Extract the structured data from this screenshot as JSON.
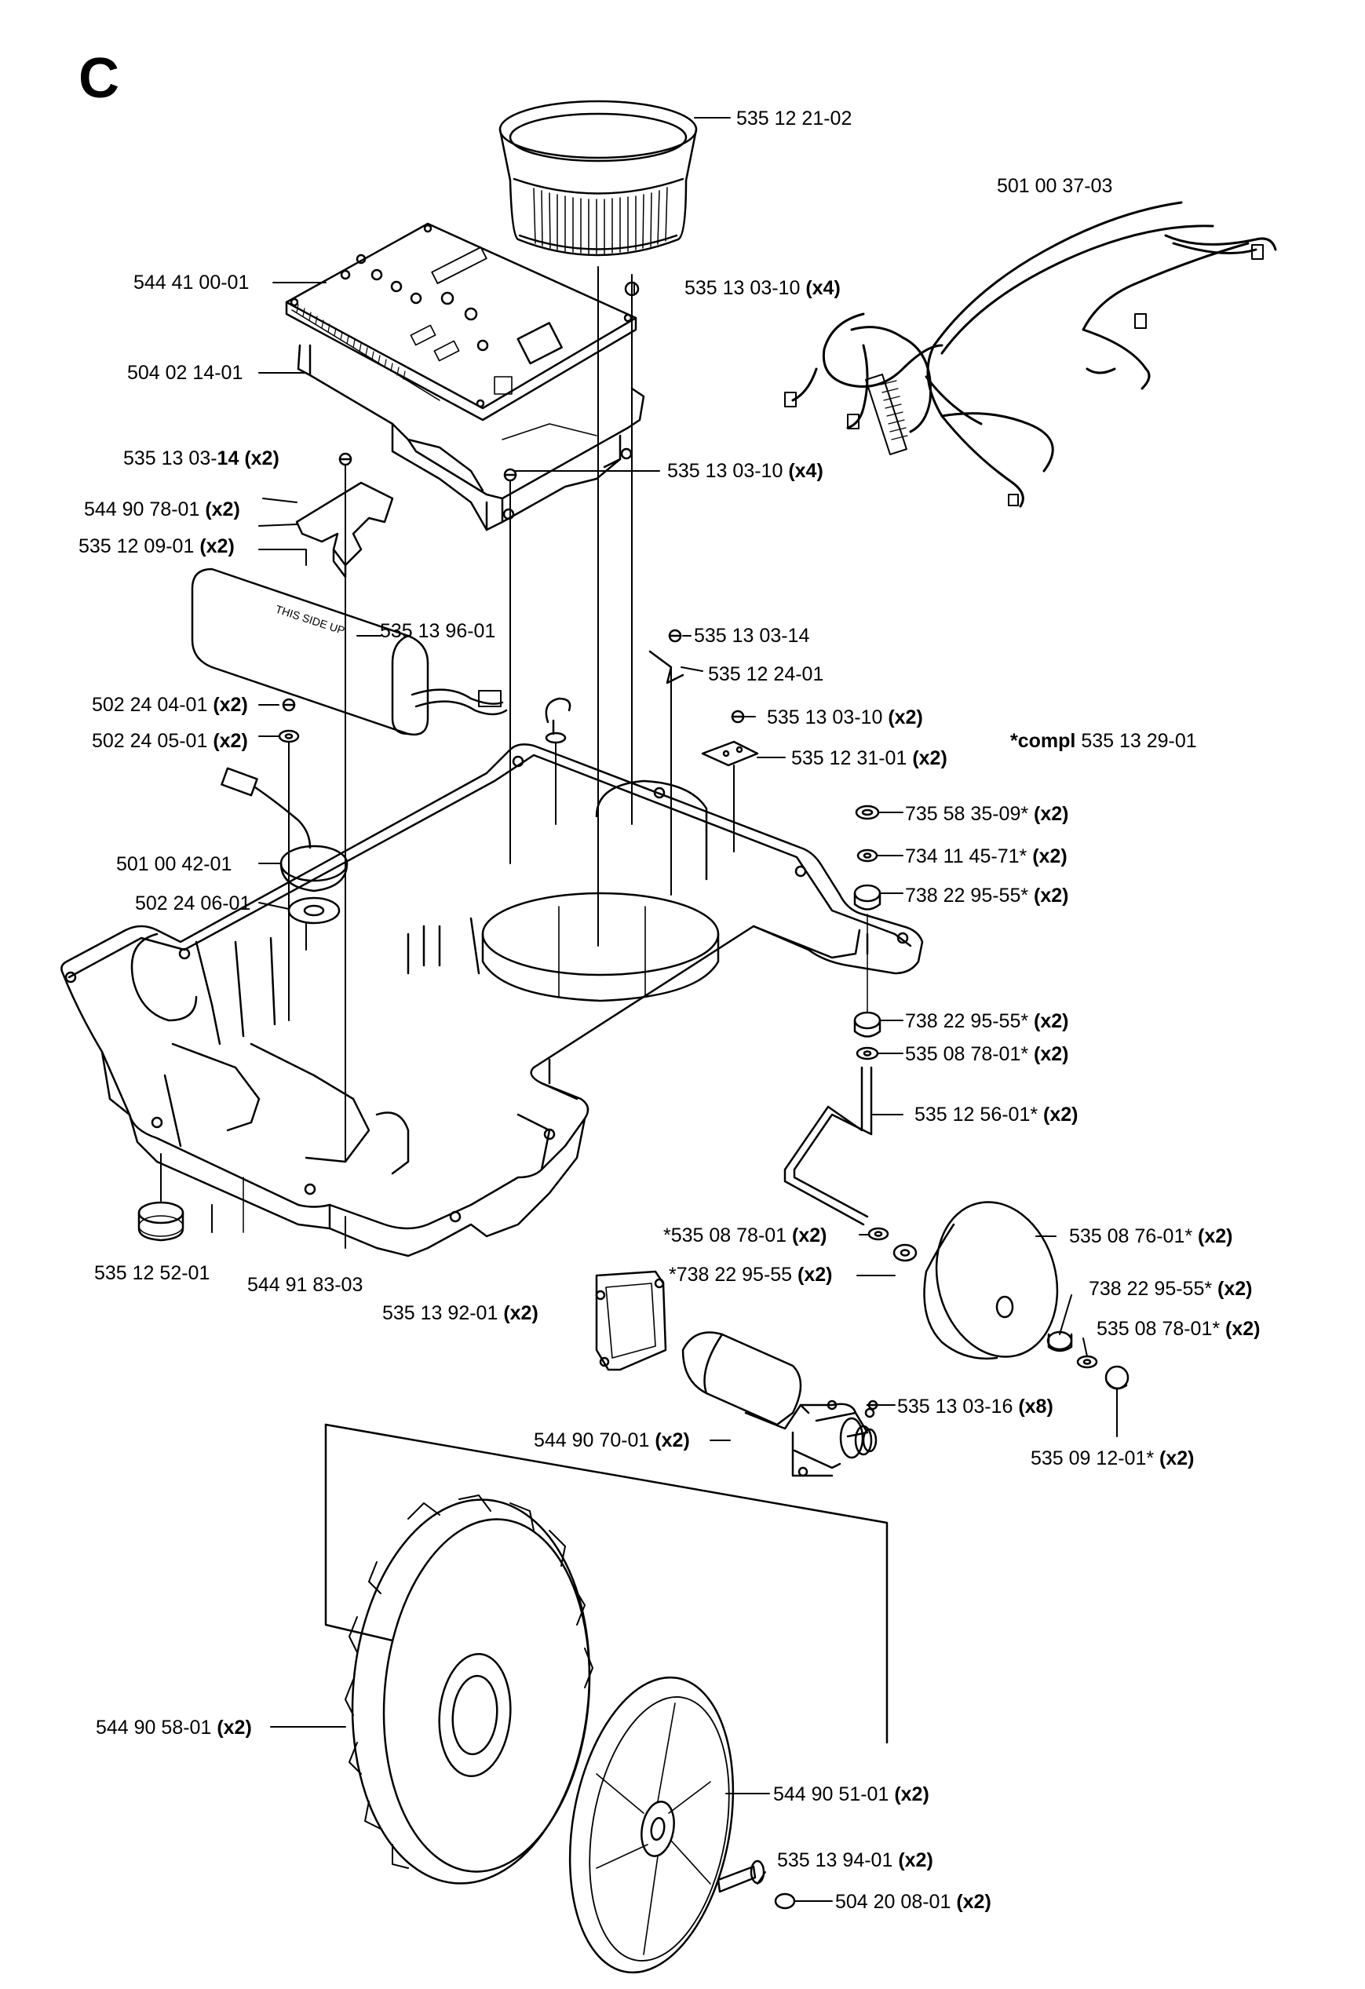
{
  "section_letter": "C",
  "kit_note": {
    "prefix": "*compl",
    "number": "535 13 29-01"
  },
  "labels": {
    "l01": {
      "num": "535 12 21-02",
      "qty": ""
    },
    "l02": {
      "num": "501 00 37-03",
      "qty": ""
    },
    "l03": {
      "num": "544 41 00-01",
      "qty": ""
    },
    "l04": {
      "num": "535 13 03-10",
      "qty": "(x4)"
    },
    "l05": {
      "num": "504 02 14-01",
      "qty": ""
    },
    "l06": {
      "num": "535 13 03-",
      "numbold": "14",
      "qty": "(x2)"
    },
    "l07": {
      "num": "535 13 03-10",
      "qty": "(x4)"
    },
    "l08": {
      "num": "544 90 78-01",
      "qty": "(x2)"
    },
    "l09": {
      "num": "535 12 09-01",
      "qty": "(x2)"
    },
    "l10": {
      "num": "535 13 96-01",
      "qty": ""
    },
    "l11": {
      "num": "535 13 03-14",
      "qty": ""
    },
    "l12": {
      "num": "535 12 24-01",
      "qty": ""
    },
    "l13": {
      "num": "502 24 04-01",
      "qty": "(x2)"
    },
    "l14": {
      "num": "535 13 03-10",
      "qty": "(x2)"
    },
    "l15": {
      "num": "502 24 05-01",
      "qty": "(x2)"
    },
    "l16": {
      "num": "535 12 31-01",
      "qty": "(x2)"
    },
    "l17": {
      "num": "735 58 35-09*",
      "qty": "(x2)"
    },
    "l18": {
      "num": "734 11 45-71*",
      "qty": "(x2)"
    },
    "l19": {
      "num": "501 00 42-01",
      "qty": ""
    },
    "l20": {
      "num": "738 22 95-55*",
      "qty": "(x2)"
    },
    "l21": {
      "num": "502 24 06-01",
      "qty": ""
    },
    "l22": {
      "num": "738 22 95-55*",
      "qty": "(x2)"
    },
    "l23": {
      "num": "535 08 78-01*",
      "qty": "(x2)"
    },
    "l24": {
      "num": "535 12 56-01*",
      "qty": "(x2)"
    },
    "l25": {
      "num": "*535 08 78-01",
      "qty": "(x2)"
    },
    "l26": {
      "num": "535 08 76-01*",
      "qty": "(x2)"
    },
    "l27": {
      "num": "535 12 52-01",
      "qty": ""
    },
    "l28": {
      "num": "544 91 83-03",
      "qty": ""
    },
    "l29": {
      "num": "*738 22 95-55",
      "qty": "(x2)"
    },
    "l30": {
      "num": "738 22 95-55*",
      "qty": "(x2)"
    },
    "l31": {
      "num": "535 13 92-01",
      "qty": "(x2)"
    },
    "l32": {
      "num": "535 08 78-01*",
      "qty": "(x2)"
    },
    "l33": {
      "num": "535 13 03-16",
      "qty": "(x8)"
    },
    "l34": {
      "num": "544 90 70-01",
      "qty": "(x2)"
    },
    "l35": {
      "num": "535 09 12-01*",
      "qty": "(x2)"
    },
    "l36": {
      "num": "544 90 58-01",
      "qty": "(x2)"
    },
    "l37": {
      "num": "544 90 51-01",
      "qty": "(x2)"
    },
    "l38": {
      "num": "535 13 94-01",
      "qty": "(x2)"
    },
    "l39": {
      "num": "504 20 08-01",
      "qty": "(x2)"
    }
  }
}
